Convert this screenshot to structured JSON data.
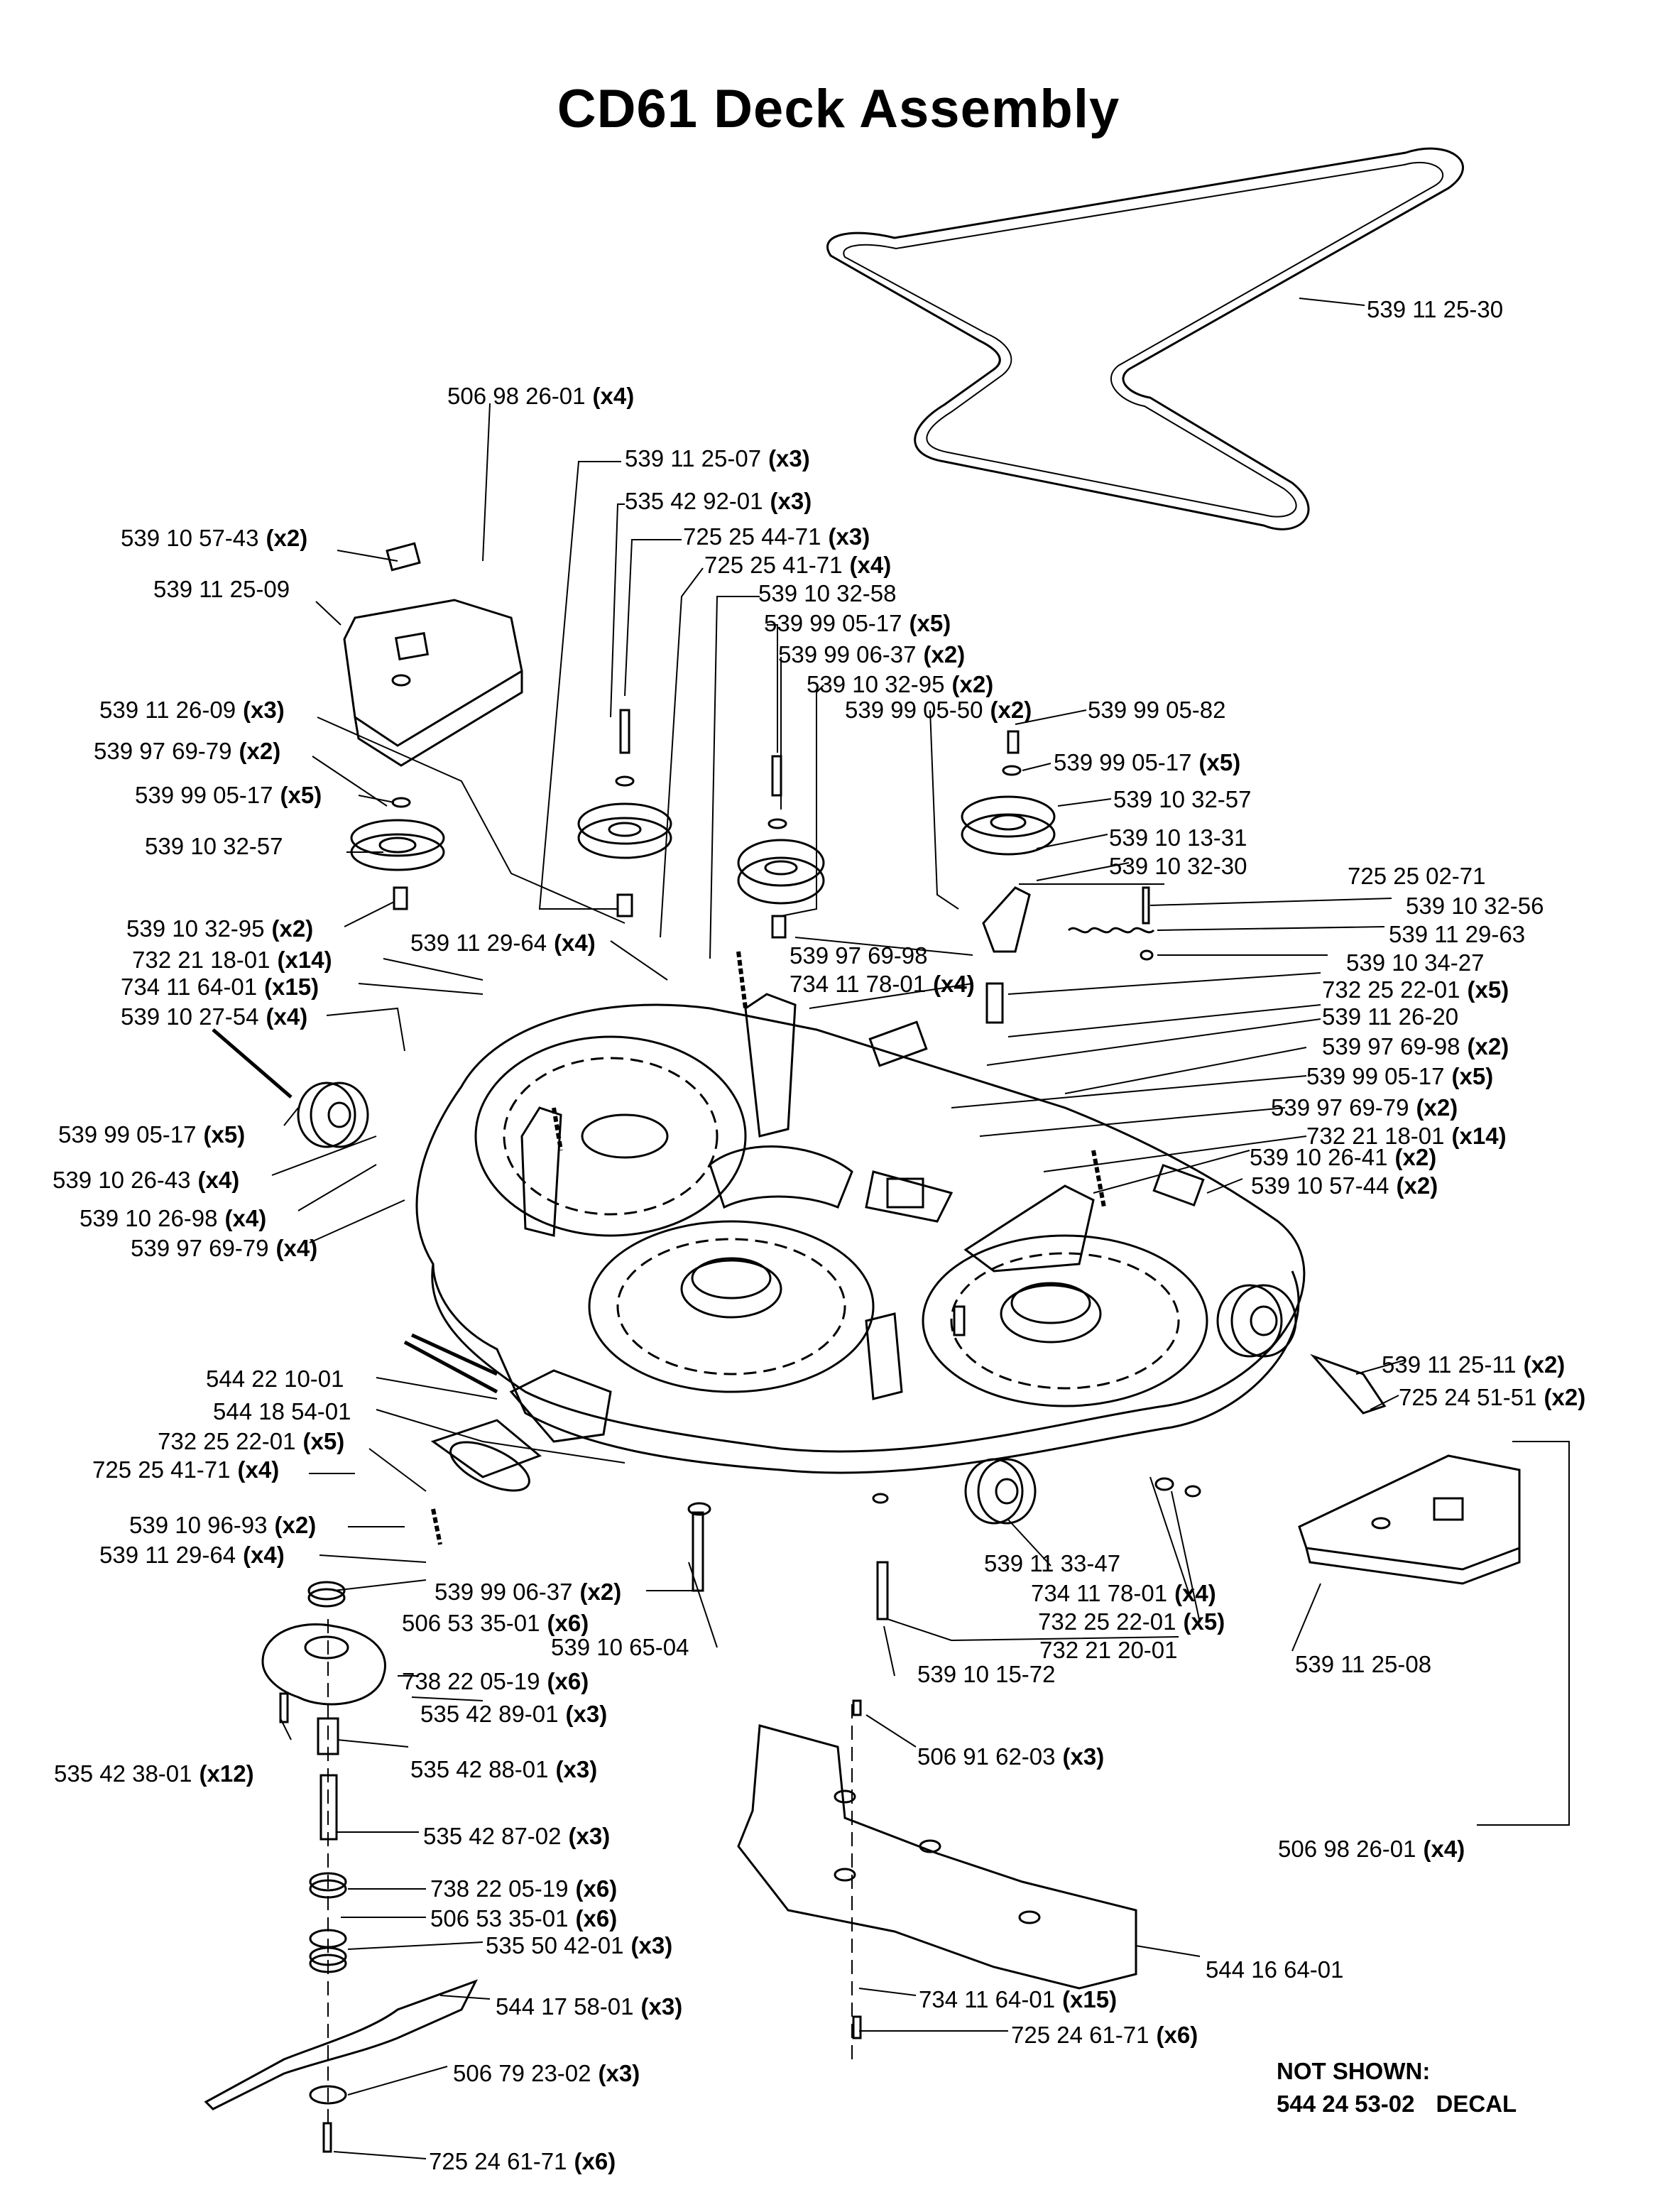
{
  "title": "CD61 Deck Assembly",
  "callouts": [
    {
      "part": "539 11 25-30",
      "qty": ""
    },
    {
      "part": "506 98 26-01",
      "qty": "(x4)"
    },
    {
      "part": "539 11 25-07",
      "qty": "(x3)"
    },
    {
      "part": "535 42 92-01",
      "qty": "(x3)"
    },
    {
      "part": "725 25 44-71",
      "qty": "(x3)"
    },
    {
      "part": "725 25 41-71",
      "qty": "(x4)"
    },
    {
      "part": "539 10 32-58",
      "qty": ""
    },
    {
      "part": "539 99 05-17",
      "qty": "(x5)"
    },
    {
      "part": "539 99 06-37",
      "qty": "(x2)"
    },
    {
      "part": "539 10 32-95",
      "qty": "(x2)"
    },
    {
      "part": "539 99 05-50",
      "qty": "(x2)"
    },
    {
      "part": "539 99 05-82",
      "qty": ""
    },
    {
      "part": "539 99 05-17",
      "qty": "(x5)"
    },
    {
      "part": "539 10 32-57",
      "qty": ""
    },
    {
      "part": "539 10 13-31",
      "qty": ""
    },
    {
      "part": "539 10 32-30",
      "qty": ""
    },
    {
      "part": "725 25 02-71",
      "qty": ""
    },
    {
      "part": "539 10 32-56",
      "qty": ""
    },
    {
      "part": "539 11 29-63",
      "qty": ""
    },
    {
      "part": "539 10 34-27",
      "qty": ""
    },
    {
      "part": "732 25 22-01",
      "qty": "(x5)"
    },
    {
      "part": "539 11 26-20",
      "qty": ""
    },
    {
      "part": "539 97 69-98",
      "qty": "(x2)"
    },
    {
      "part": "539 99 05-17",
      "qty": "(x5)"
    },
    {
      "part": "539 97 69-79",
      "qty": "(x2)"
    },
    {
      "part": "732 21 18-01",
      "qty": "(x14)"
    },
    {
      "part": "539 10 26-41",
      "qty": "(x2)"
    },
    {
      "part": "539 10 57-44",
      "qty": "(x2)"
    },
    {
      "part": "539 10 57-43",
      "qty": "(x2)"
    },
    {
      "part": "539 11 25-09",
      "qty": ""
    },
    {
      "part": "539 11 26-09",
      "qty": "(x3)"
    },
    {
      "part": "539 97 69-79",
      "qty": "(x2)"
    },
    {
      "part": "539 99 05-17",
      "qty": "(x5)"
    },
    {
      "part": "539 10 32-57",
      "qty": ""
    },
    {
      "part": "539 10 32-95",
      "qty": "(x2)"
    },
    {
      "part": "539 11 29-64",
      "qty": "(x4)"
    },
    {
      "part": "732 21 18-01",
      "qty": "(x14)"
    },
    {
      "part": "734 11 64-01",
      "qty": "(x15)"
    },
    {
      "part": "539 10 27-54",
      "qty": "(x4)"
    },
    {
      "part": "539 97 69-98",
      "qty": ""
    },
    {
      "part": "734 11 78-01",
      "qty": "(x4)"
    },
    {
      "part": "539 99 05-17",
      "qty": "(x5)"
    },
    {
      "part": "539 10 26-43",
      "qty": "(x4)"
    },
    {
      "part": "539 10 26-98",
      "qty": "(x4)"
    },
    {
      "part": "539 97 69-79",
      "qty": "(x4)"
    },
    {
      "part": "539 11 25-11",
      "qty": "(x2)"
    },
    {
      "part": "725 24 51-51",
      "qty": "(x2)"
    },
    {
      "part": "544 22 10-01",
      "qty": ""
    },
    {
      "part": "544 18 54-01",
      "qty": ""
    },
    {
      "part": "732 25 22-01",
      "qty": "(x5)"
    },
    {
      "part": "725 25 41-71",
      "qty": "(x4)"
    },
    {
      "part": "539 10 96-93",
      "qty": "(x2)"
    },
    {
      "part": "539 11 29-64",
      "qty": "(x4)"
    },
    {
      "part": "539 99 06-37",
      "qty": "(x2)"
    },
    {
      "part": "506 53 35-01",
      "qty": "(x6)"
    },
    {
      "part": "539 10 65-04",
      "qty": ""
    },
    {
      "part": "539 11 33-47",
      "qty": ""
    },
    {
      "part": "734 11 78-01",
      "qty": "(x4)"
    },
    {
      "part": "732 25 22-01",
      "qty": "(x5)"
    },
    {
      "part": "732 21 20-01",
      "qty": ""
    },
    {
      "part": "539 10 15-72",
      "qty": ""
    },
    {
      "part": "539 11 25-08",
      "qty": ""
    },
    {
      "part": "738 22 05-19",
      "qty": "(x6)"
    },
    {
      "part": "535 42 89-01",
      "qty": "(x3)"
    },
    {
      "part": "535 42 38-01",
      "qty": "(x12)"
    },
    {
      "part": "535 42 88-01",
      "qty": "(x3)"
    },
    {
      "part": "506 91 62-03",
      "qty": "(x3)"
    },
    {
      "part": "535 42 87-02",
      "qty": "(x3)"
    },
    {
      "part": "506 98 26-01",
      "qty": "(x4)"
    },
    {
      "part": "738 22 05-19",
      "qty": "(x6)"
    },
    {
      "part": "506 53 35-01",
      "qty": "(x6)"
    },
    {
      "part": "535 50 42-01",
      "qty": "(x3)"
    },
    {
      "part": "544 16 64-01",
      "qty": ""
    },
    {
      "part": "544 17 58-01",
      "qty": "(x3)"
    },
    {
      "part": "734 11 64-01",
      "qty": "(x15)"
    },
    {
      "part": "506 79 23-02",
      "qty": "(x3)"
    },
    {
      "part": "725 24 61-71",
      "qty": "(x6)"
    },
    {
      "part": "725 24 61-71",
      "qty": "(x6)"
    }
  ],
  "not_shown": {
    "heading": "NOT SHOWN:",
    "part": "544 24 53-02",
    "description": "DECAL"
  }
}
